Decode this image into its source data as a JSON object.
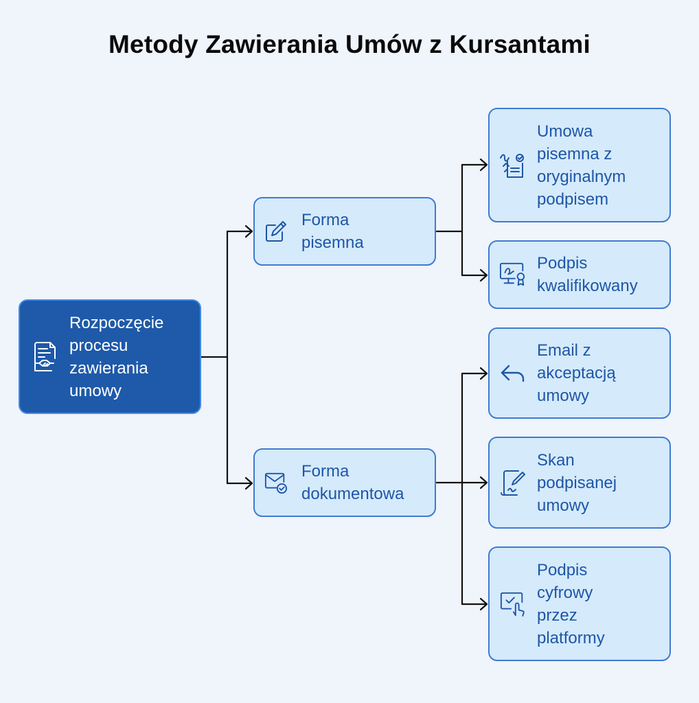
{
  "title": "Metody Zawierania Umów z Kursantami",
  "colors": {
    "background": "#f0f4fb",
    "root_fill": "#1e5aa9",
    "node_fill": "#d5eafb",
    "node_border": "#3d7bd1",
    "node_text": "#1e56a8",
    "connector": "#111111"
  },
  "root": {
    "label": "Rozpoczęcie\nprocesu\nzawierania\numowy",
    "icon": "handshake-contract-icon"
  },
  "branches": [
    {
      "label": "Forma\npisemna",
      "icon": "pen-edit-icon",
      "children": [
        {
          "label": "Umowa\npisemna z\noryginalnym\npodpisem",
          "icon": "signing-document-icon"
        },
        {
          "label": "Podpis\nkwalifikowany",
          "icon": "certified-monitor-icon"
        }
      ]
    },
    {
      "label": "Forma\ndokumentowa",
      "icon": "envelope-check-icon",
      "children": [
        {
          "label": "Email z\nakceptacją\numowy",
          "icon": "reply-arrow-icon"
        },
        {
          "label": "Skan\npodpisanej\numowy",
          "icon": "signed-scan-icon"
        },
        {
          "label": "Podpis\ncyfrowy\nprzez\nplatformy",
          "icon": "touch-screen-check-icon"
        }
      ]
    }
  ]
}
